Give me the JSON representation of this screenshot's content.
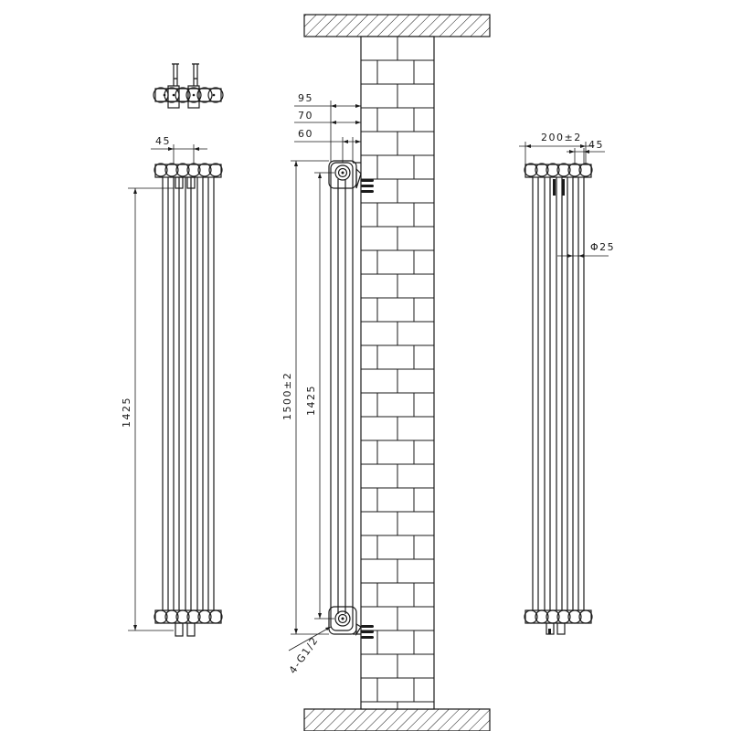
{
  "dimensions": {
    "left_width": "45",
    "left_height": "1425",
    "side_95": "95",
    "side_70": "70",
    "side_60": "60",
    "side_total_height": "1500±2",
    "side_height": "1425",
    "connection": "4-G1/2",
    "right_width": "200±2",
    "right_45": "45",
    "right_dia": "Φ25"
  },
  "colors": {
    "line": "#1a1a1a",
    "hatch": "#1a1a1a",
    "background": "#ffffff"
  }
}
